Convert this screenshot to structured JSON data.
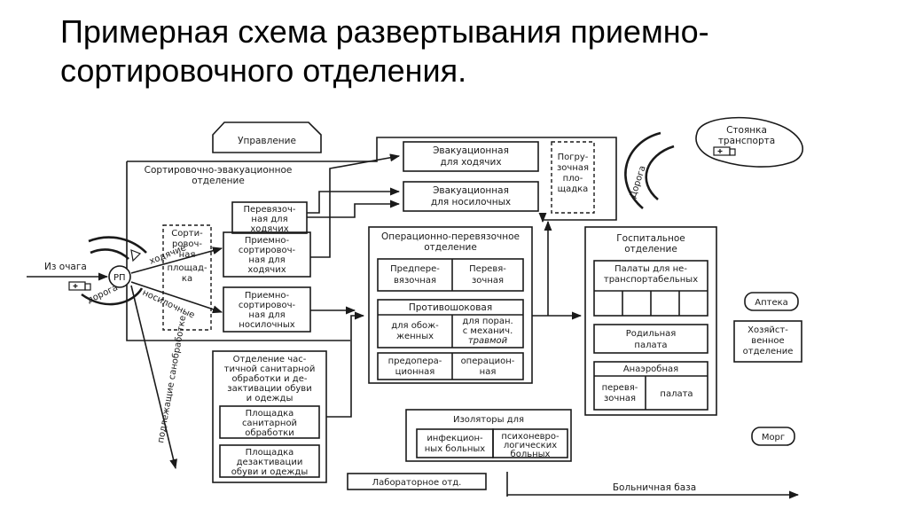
{
  "title": {
    "line1": "Примерная схема развертывания приемно-",
    "line2": "сортировочного отделения."
  },
  "labels": {
    "upravlenie": "Управление",
    "stoyanka": [
      "Стоянка",
      "транспорта"
    ],
    "doroga_top": "Дорога",
    "sort_evac": [
      "Сортировочно-эвакуационное",
      "отделение"
    ],
    "evac_hod": [
      "Эвакуационная",
      "для ходячих"
    ],
    "evac_nos": [
      "Эвакуационная",
      "для носилочных"
    ],
    "pogruz": [
      "Погру-",
      "зочная",
      "пло-",
      "щадка"
    ],
    "perev_hod": [
      "Перевязоч-",
      "ная для",
      "ходячих"
    ],
    "sort_ploshadka": [
      "Сорти-",
      "ровоч-",
      "ная",
      "площад-",
      "ка"
    ],
    "priem_hod": [
      "Приемно-",
      "сортировоч-",
      "ная для",
      "ходячих"
    ],
    "priem_nos": [
      "Приемно-",
      "сортировоч-",
      "ная для",
      "носилочных"
    ],
    "iz_ochaga": "Из очага",
    "rp": "РП",
    "hodyachie": "ходячие",
    "nosilochnye": "носилочные",
    "doroga_left": "дорога",
    "operac": [
      "Операционно-перевязочное",
      "отделение"
    ],
    "predperev": [
      "Предпере-",
      "вязочная"
    ],
    "perev": [
      "Перевя-",
      "зочная"
    ],
    "protivoshok": "Противошоковая",
    "obozh": [
      "для обож-",
      "женных"
    ],
    "poranen": [
      "для поран.",
      "с механич.",
      "травмой"
    ],
    "predoper": [
      "предопера-",
      "ционная"
    ],
    "operac_room": [
      "операцион-",
      "ная"
    ],
    "gospit": [
      "Госпитальное",
      "отделение"
    ],
    "palaty": [
      "Палаты для не-",
      "транспортабельных"
    ],
    "rodil": [
      "Родильная",
      "палата"
    ],
    "anaerob": "Анаэробная",
    "anaerob_perev": [
      "перевя-",
      "зочная"
    ],
    "anaerob_palata": "палата",
    "apteka": "Аптека",
    "hozyay": [
      "Хозяйст-",
      "венное",
      "отделение"
    ],
    "morg": "Морг",
    "san_obr": [
      "Отделение час-",
      "тичной санитарной",
      "обработки и де-",
      "зактивации обуви",
      "и одежды"
    ],
    "pl_san": [
      "Площадка",
      "санитарной",
      "обработки"
    ],
    "pl_dez": [
      "Площадка",
      "дезактивации",
      "обуви и одежды"
    ],
    "izolyatory": "Изоляторы для",
    "infekc": [
      "инфекцион-",
      "ных больных"
    ],
    "psiho": [
      "психоневро-",
      "логических",
      "больных"
    ],
    "labor": "Лабораторное отд.",
    "bolnichnaya_baza": "Больничная база",
    "vertical": "подлежащие санобработке"
  }
}
